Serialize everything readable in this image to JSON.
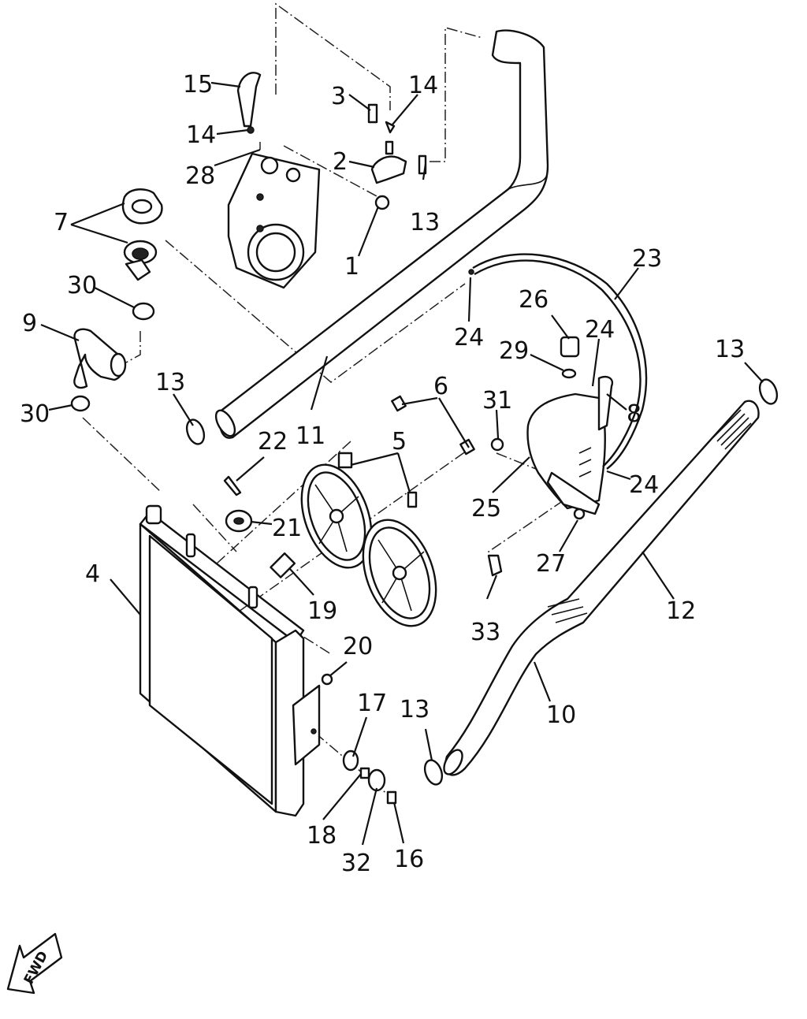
{
  "diagram": {
    "callouts": [
      "1",
      "2",
      "3",
      "4",
      "5",
      "6",
      "7",
      "8",
      "9",
      "10",
      "11",
      "12",
      "13",
      "14",
      "15",
      "16",
      "17",
      "18",
      "19",
      "20",
      "21",
      "22",
      "23",
      "24",
      "25",
      "26",
      "27",
      "28",
      "29",
      "30",
      "31",
      "32",
      "33"
    ],
    "fwd_label": "FWD"
  }
}
